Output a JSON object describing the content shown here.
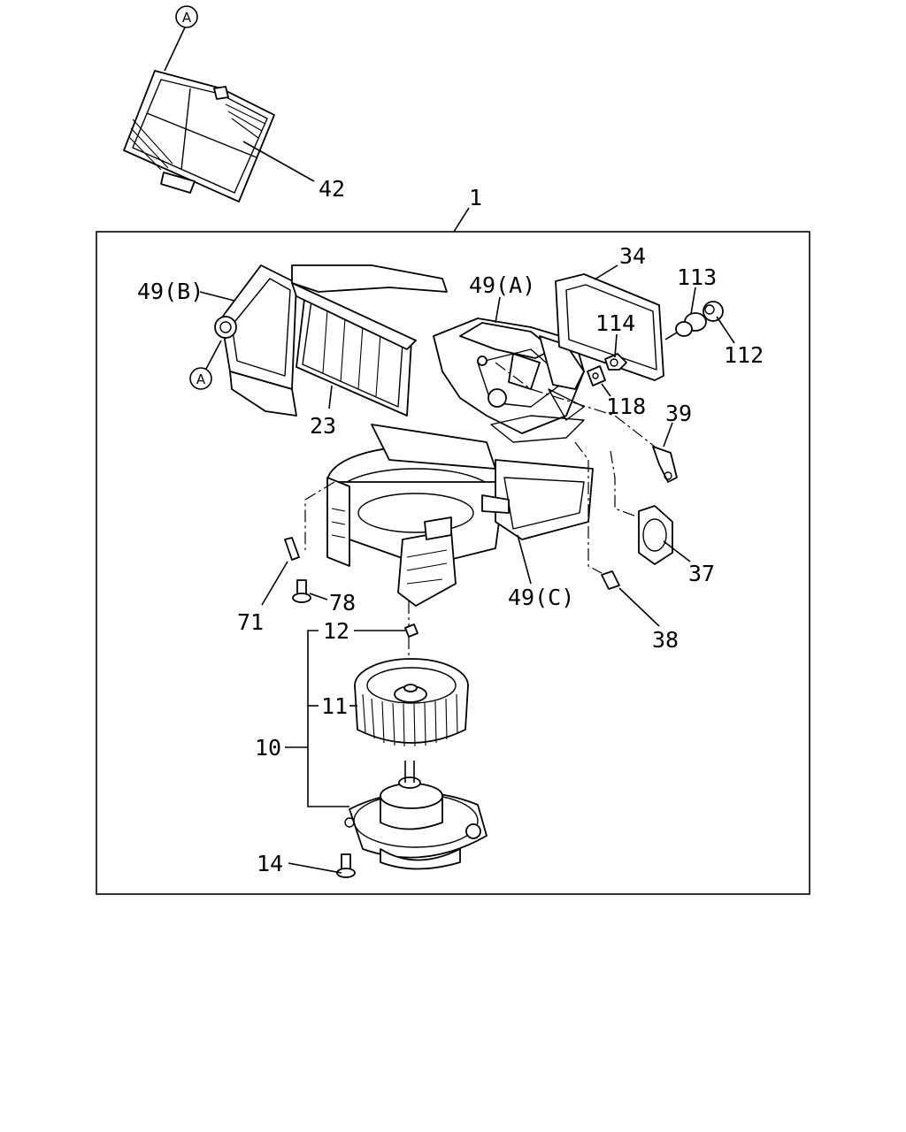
{
  "diagram": {
    "ref_marker": "A",
    "labels": {
      "p1": "1",
      "p42": "42",
      "p49b": "49(B)",
      "p49a": "49(A)",
      "p34": "34",
      "p113": "113",
      "p112": "112",
      "p114": "114",
      "p118": "118",
      "p39": "39",
      "p23": "23",
      "p37": "37",
      "p49c": "49(C)",
      "p38": "38",
      "p71": "71",
      "p78": "78",
      "p12": "12",
      "p11": "11",
      "p10": "10",
      "p14": "14"
    }
  }
}
